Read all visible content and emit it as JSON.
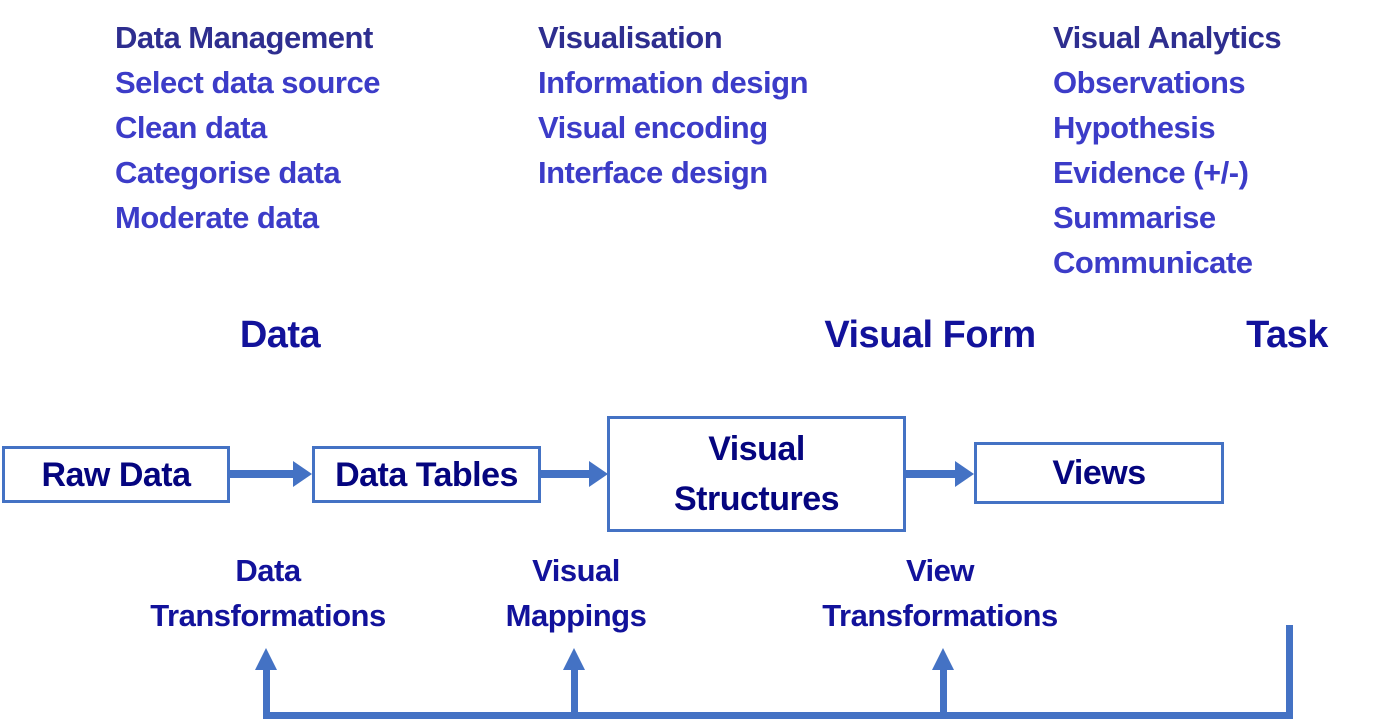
{
  "columns": [
    {
      "header": "Data Management",
      "items": [
        "Select data source",
        "Clean data",
        "Categorise data",
        "Moderate data"
      ]
    },
    {
      "header": "Visualisation",
      "items": [
        "Information design",
        "Visual encoding",
        "Interface design"
      ]
    },
    {
      "header": "Visual Analytics",
      "items": [
        "Observations",
        "Hypothesis",
        "Evidence (+/-)",
        "Summarise",
        "Communicate"
      ]
    }
  ],
  "stages": [
    {
      "label": "Data"
    },
    {
      "label": "Visual Form"
    },
    {
      "label": "Task"
    }
  ],
  "pipeline": {
    "boxes": [
      {
        "label": "Raw Data"
      },
      {
        "label": "Data Tables"
      },
      {
        "label": "Visual Structures"
      },
      {
        "label": "Views"
      }
    ]
  },
  "transforms": [
    {
      "line1": "Data",
      "line2": "Transformations"
    },
    {
      "line1": "Visual",
      "line2": "Mappings"
    },
    {
      "line1": "View",
      "line2": "Transformations"
    }
  ],
  "colors": {
    "column_header": "#2E2E8F",
    "column_item": "#3C3CC8",
    "stage_label": "#12129B",
    "box_text": "#05057F",
    "transform_label": "#12129B",
    "line": "#4472C4",
    "background": "#FFFFFF"
  }
}
